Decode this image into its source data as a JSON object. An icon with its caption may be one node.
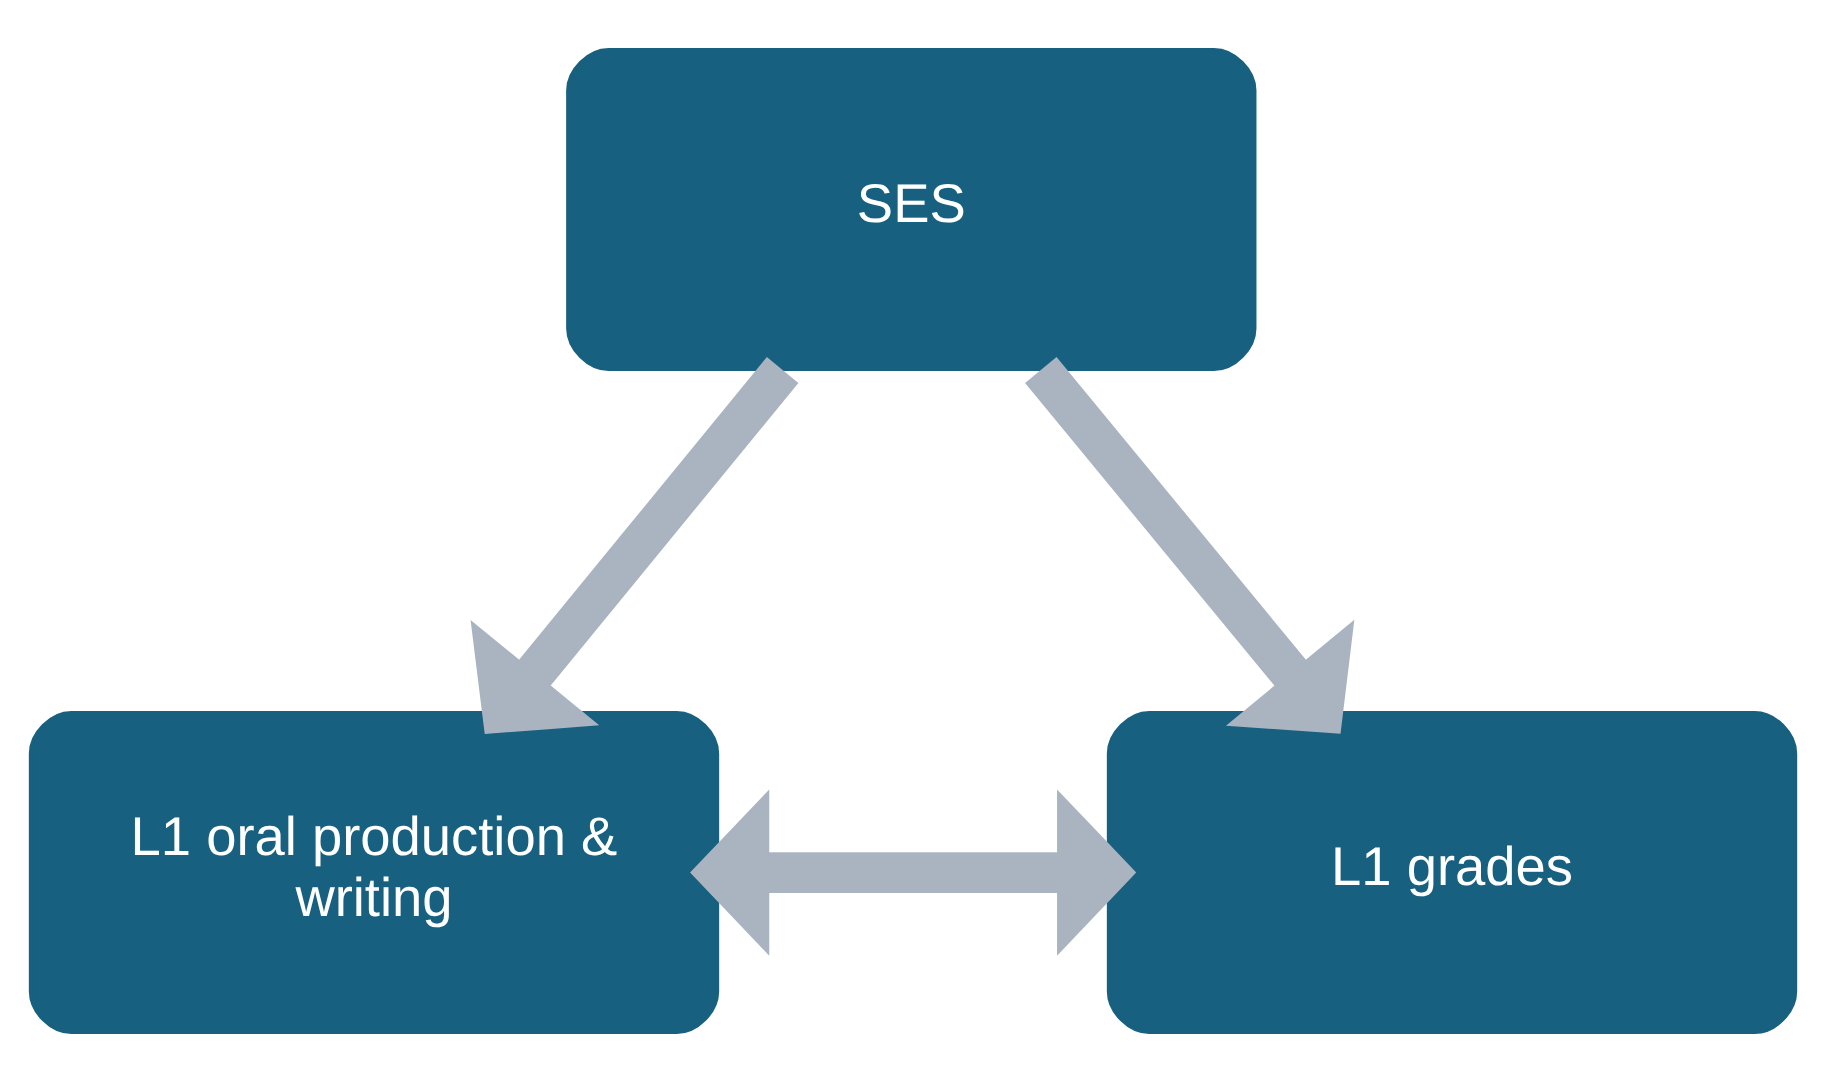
{
  "diagram": {
    "nodes": [
      {
        "text": [
          "SES"
        ]
      },
      {
        "text": [
          "L1 oral production & writing"
        ]
      },
      {
        "text": [
          "L1 grades"
        ]
      }
    ],
    "edges": [
      {
        "from": 0,
        "to": 1,
        "arrow": "to"
      },
      {
        "from": 0,
        "to": 2,
        "arrow": "to"
      },
      {
        "from": 1,
        "to": 2,
        "arrow": "both"
      }
    ]
  }
}
